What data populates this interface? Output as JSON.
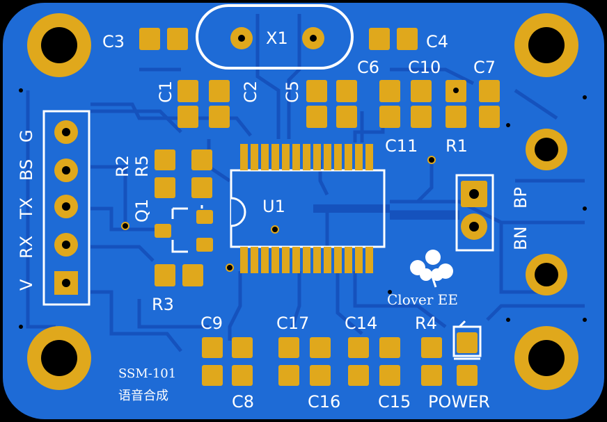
{
  "board": {
    "substrate_color": "#1e6bd6",
    "copper_color": "#1656c4",
    "pad_color": "#e0a81c",
    "silk_color": "#ffffff"
  },
  "labels": {
    "c3": "C3",
    "x1": "X1",
    "c4": "C4",
    "c6": "C6",
    "c10": "C10",
    "c7": "C7",
    "c1": "C1",
    "c2": "C2",
    "c5": "C5",
    "c11": "C11",
    "r1": "R1",
    "r2": "R2",
    "r5": "R5",
    "q1": "Q1",
    "u1": "U1",
    "r3": "R3",
    "c9": "C9",
    "c8": "C8",
    "c17": "C17",
    "c16": "C16",
    "c14": "C14",
    "c15": "C15",
    "r4": "R4",
    "power": "POWER",
    "bn": "BN",
    "bp": "BP",
    "pin_v": "V",
    "pin_rx": "RX",
    "pin_tx": "TX",
    "pin_bs": "BS",
    "pin_g": "G",
    "brand": "Clover EE",
    "model": "SSM-101",
    "model_cn": "语音合成"
  }
}
